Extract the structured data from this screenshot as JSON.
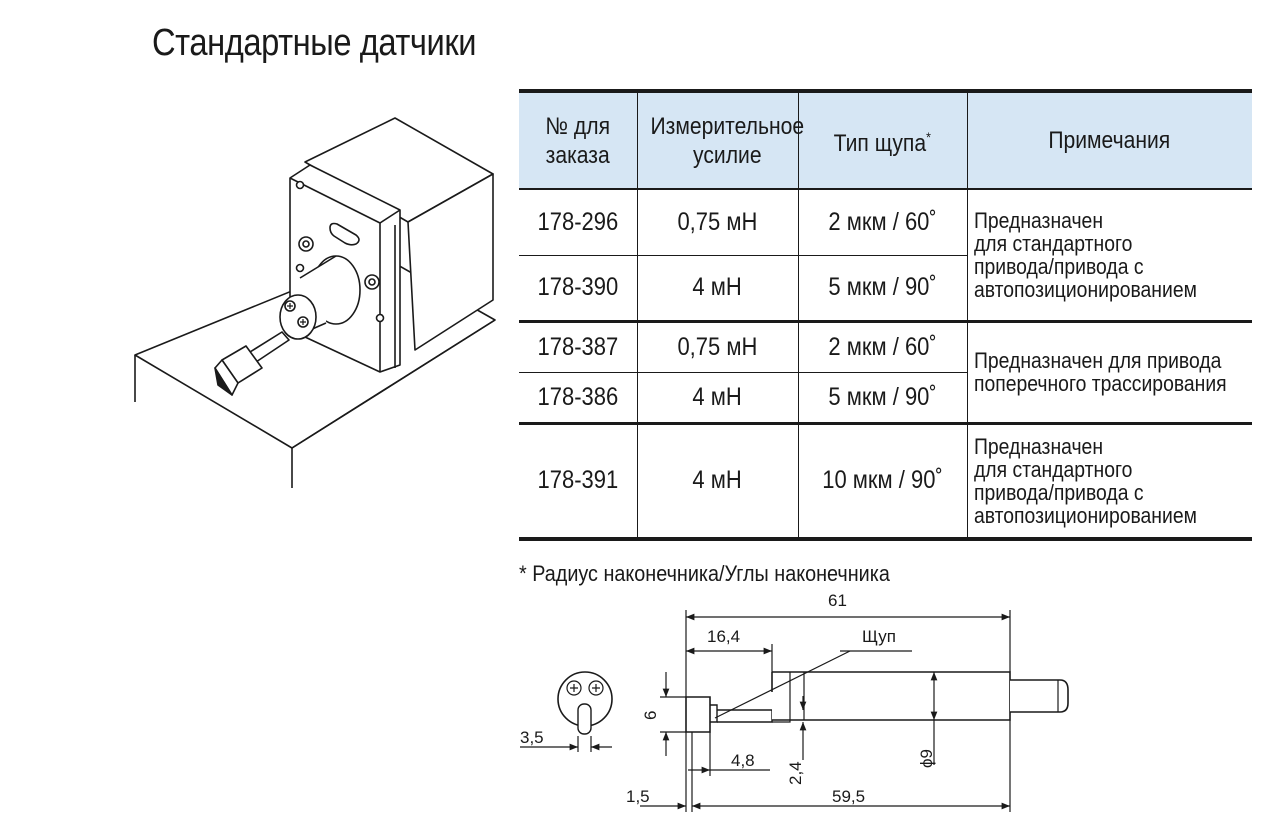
{
  "title": "Стандартные датчики",
  "table": {
    "headers": {
      "order_no_line1": "№ для",
      "order_no_line2": "заказа",
      "force_line1": "Измерительное",
      "force_line2": "усилие",
      "probe": "Тип щупа",
      "probe_mark": "*",
      "notes": "Примечания"
    },
    "rows": [
      {
        "order": "178-296",
        "force": "0,75 мН",
        "probe": "2 мкм / 60˚"
      },
      {
        "order": "178-390",
        "force": "4 мН",
        "probe": "5 мкм / 90˚"
      },
      {
        "order": "178-387",
        "force": "0,75 мН",
        "probe": "2 мкм / 60˚"
      },
      {
        "order": "178-386",
        "force": "4 мН",
        "probe": "5 мкм / 90˚"
      },
      {
        "order": "178-391",
        "force": "4 мН",
        "probe": "10 мкм / 90˚"
      }
    ],
    "notes": {
      "standard": [
        "Предназначен",
        "для стандартного",
        "привода/привода с",
        "автопозиционированием"
      ],
      "transverse": [
        "Предназначен для привода",
        "поперечного трассирования"
      ]
    }
  },
  "footnote": "* Радиус наконечника/Углы наконечника",
  "drawing": {
    "dim_61": "61",
    "dim_16_4": "16,4",
    "probe_label": "Щуп",
    "dim_6": "6",
    "dim_4_8": "4,8",
    "dim_2_4": "2,4",
    "dim_phi9": "ϕ9",
    "dim_1_5": "1,5",
    "dim_59_5": "59,5",
    "dim_3_5": "3,5"
  }
}
